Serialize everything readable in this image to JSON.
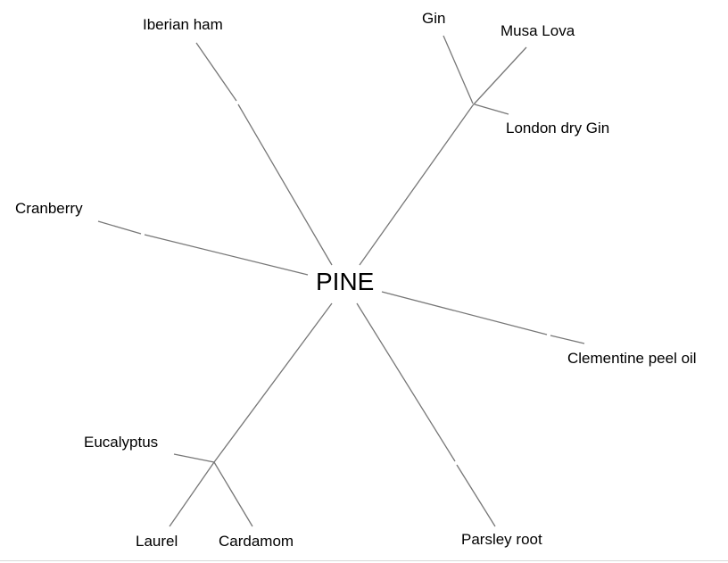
{
  "center": "PINE",
  "nodes": {
    "iberian_ham": "Iberian ham",
    "gin": "Gin",
    "musa_lova": "Musa Lova",
    "london_dry_gin": "London dry Gin",
    "cranberry": "Cranberry",
    "clementine_peel_oil": "Clementine peel oil",
    "eucalyptus": "Eucalyptus",
    "laurel": "Laurel",
    "cardamom": "Cardamom",
    "parsley_root": "Parsley root"
  },
  "colors": {
    "edge": "#777777",
    "text": "#000000"
  }
}
